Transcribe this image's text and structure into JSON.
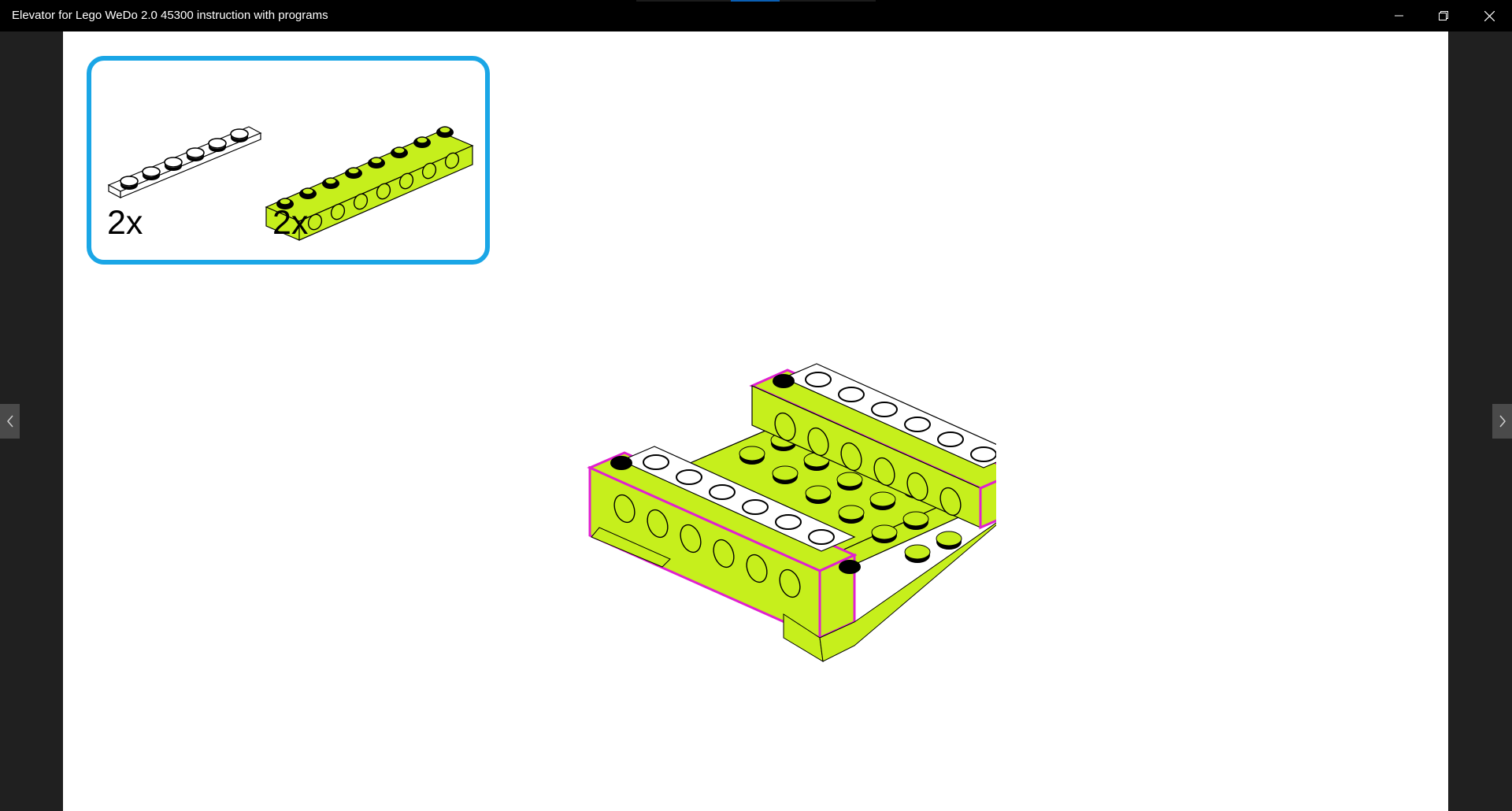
{
  "window": {
    "title": "Elevator for Lego WeDo 2.0 45300 instruction with programs",
    "controls": [
      "minimize-icon",
      "restore-icon",
      "close-icon"
    ]
  },
  "navigation": {
    "prev_icon": "chevron-left-icon",
    "next_icon": "chevron-right-icon"
  },
  "parts_list": {
    "border_color": "#1aa6e6",
    "items": [
      {
        "part": "white 1x6 plate",
        "quantity": "2x",
        "color": "#ffffff"
      },
      {
        "part": "lime 1x8 technic beam",
        "quantity": "2x",
        "color": "#c6ef1c"
      }
    ]
  },
  "model": {
    "highlight_color": "#e020d0",
    "brick_color": "#c6ef1c"
  }
}
